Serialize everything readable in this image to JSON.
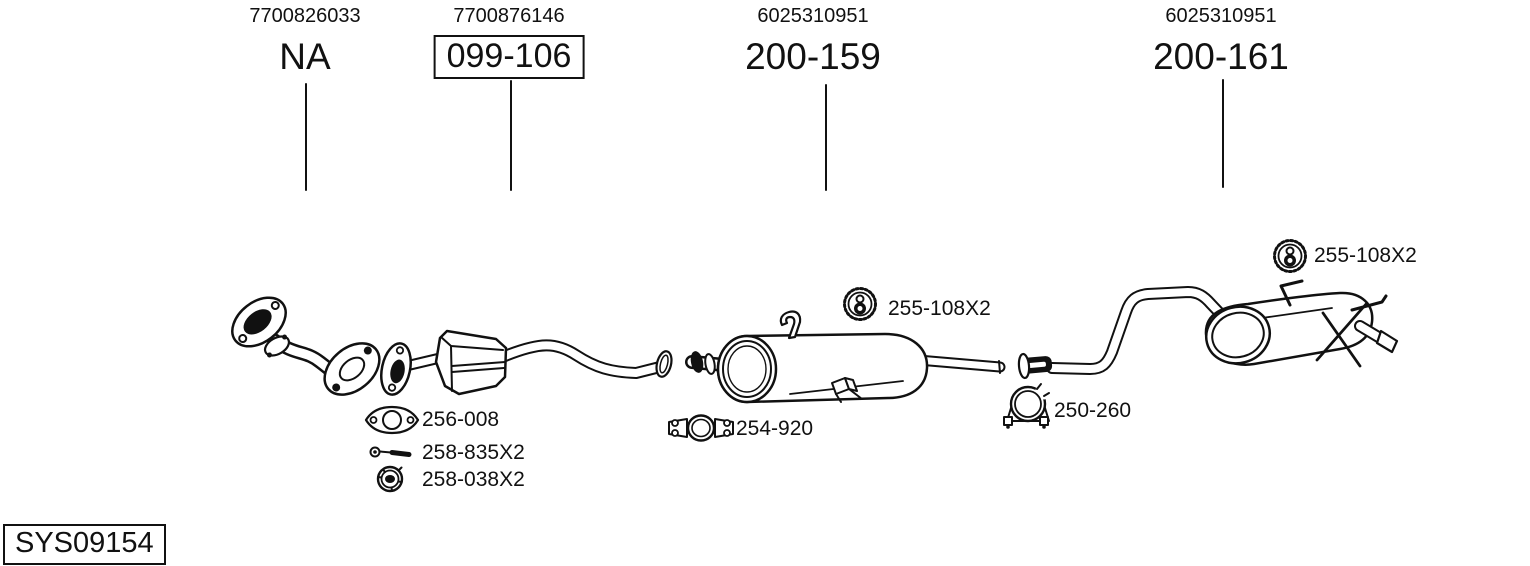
{
  "colors": {
    "ink": "#111111",
    "background": "#ffffff"
  },
  "header_columns": [
    {
      "oe_number": "7700826033",
      "code": "NA",
      "boxed": false
    },
    {
      "oe_number": "7700876146",
      "code": "099-106",
      "boxed": true
    },
    {
      "oe_number": "6025310951",
      "code": "200-159",
      "boxed": false
    },
    {
      "oe_number": "6025310951",
      "code": "200-161",
      "boxed": false
    }
  ],
  "component_labels": [
    {
      "code": "256-008",
      "icon": "gasket-icon"
    },
    {
      "code": "258-835X2",
      "icon": "bolt-icon"
    },
    {
      "code": "258-038X2",
      "icon": "flange-nut-icon"
    },
    {
      "code": "254-920",
      "icon": "pipe-clamp-icon"
    },
    {
      "code": "255-108X2",
      "icon": "rubber-hanger-icon"
    },
    {
      "code": "250-260",
      "icon": "pipe-clamp-icon"
    },
    {
      "code": "255-108X2",
      "icon": "rubber-hanger-icon"
    }
  ],
  "system_code": "SYS09154"
}
